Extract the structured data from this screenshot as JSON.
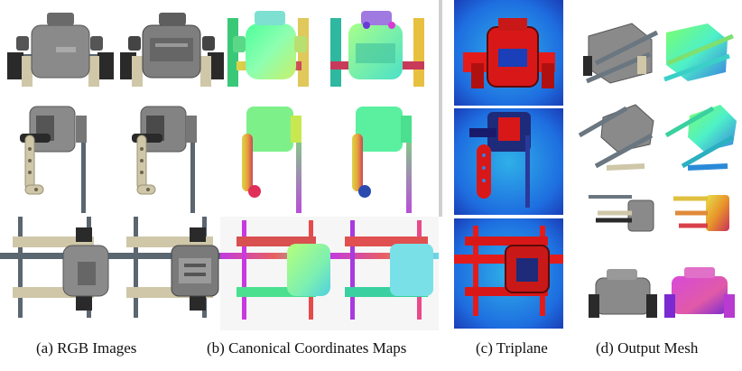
{
  "captions": {
    "a": "(a) RGB Images",
    "b": "(b) Canonical Coordinates Maps",
    "c": "(c) Triplane",
    "d": "(d) Output Mesh"
  },
  "colors": {
    "rgb_body": "#7a7a7a",
    "rgb_dark": "#3a3a3a",
    "rgb_beige": "#cfc7a8",
    "rod_steel": "#5a6670",
    "ccm_green": "#6dfd8a",
    "ccm_cyan": "#7ee8e0",
    "ccm_magenta": "#d84fd6",
    "ccm_yellow": "#e6d94a",
    "ccm_red": "#e23a3a",
    "triplane_bg": "#1a5cd6",
    "triplane_hot": "#e41b1b"
  }
}
